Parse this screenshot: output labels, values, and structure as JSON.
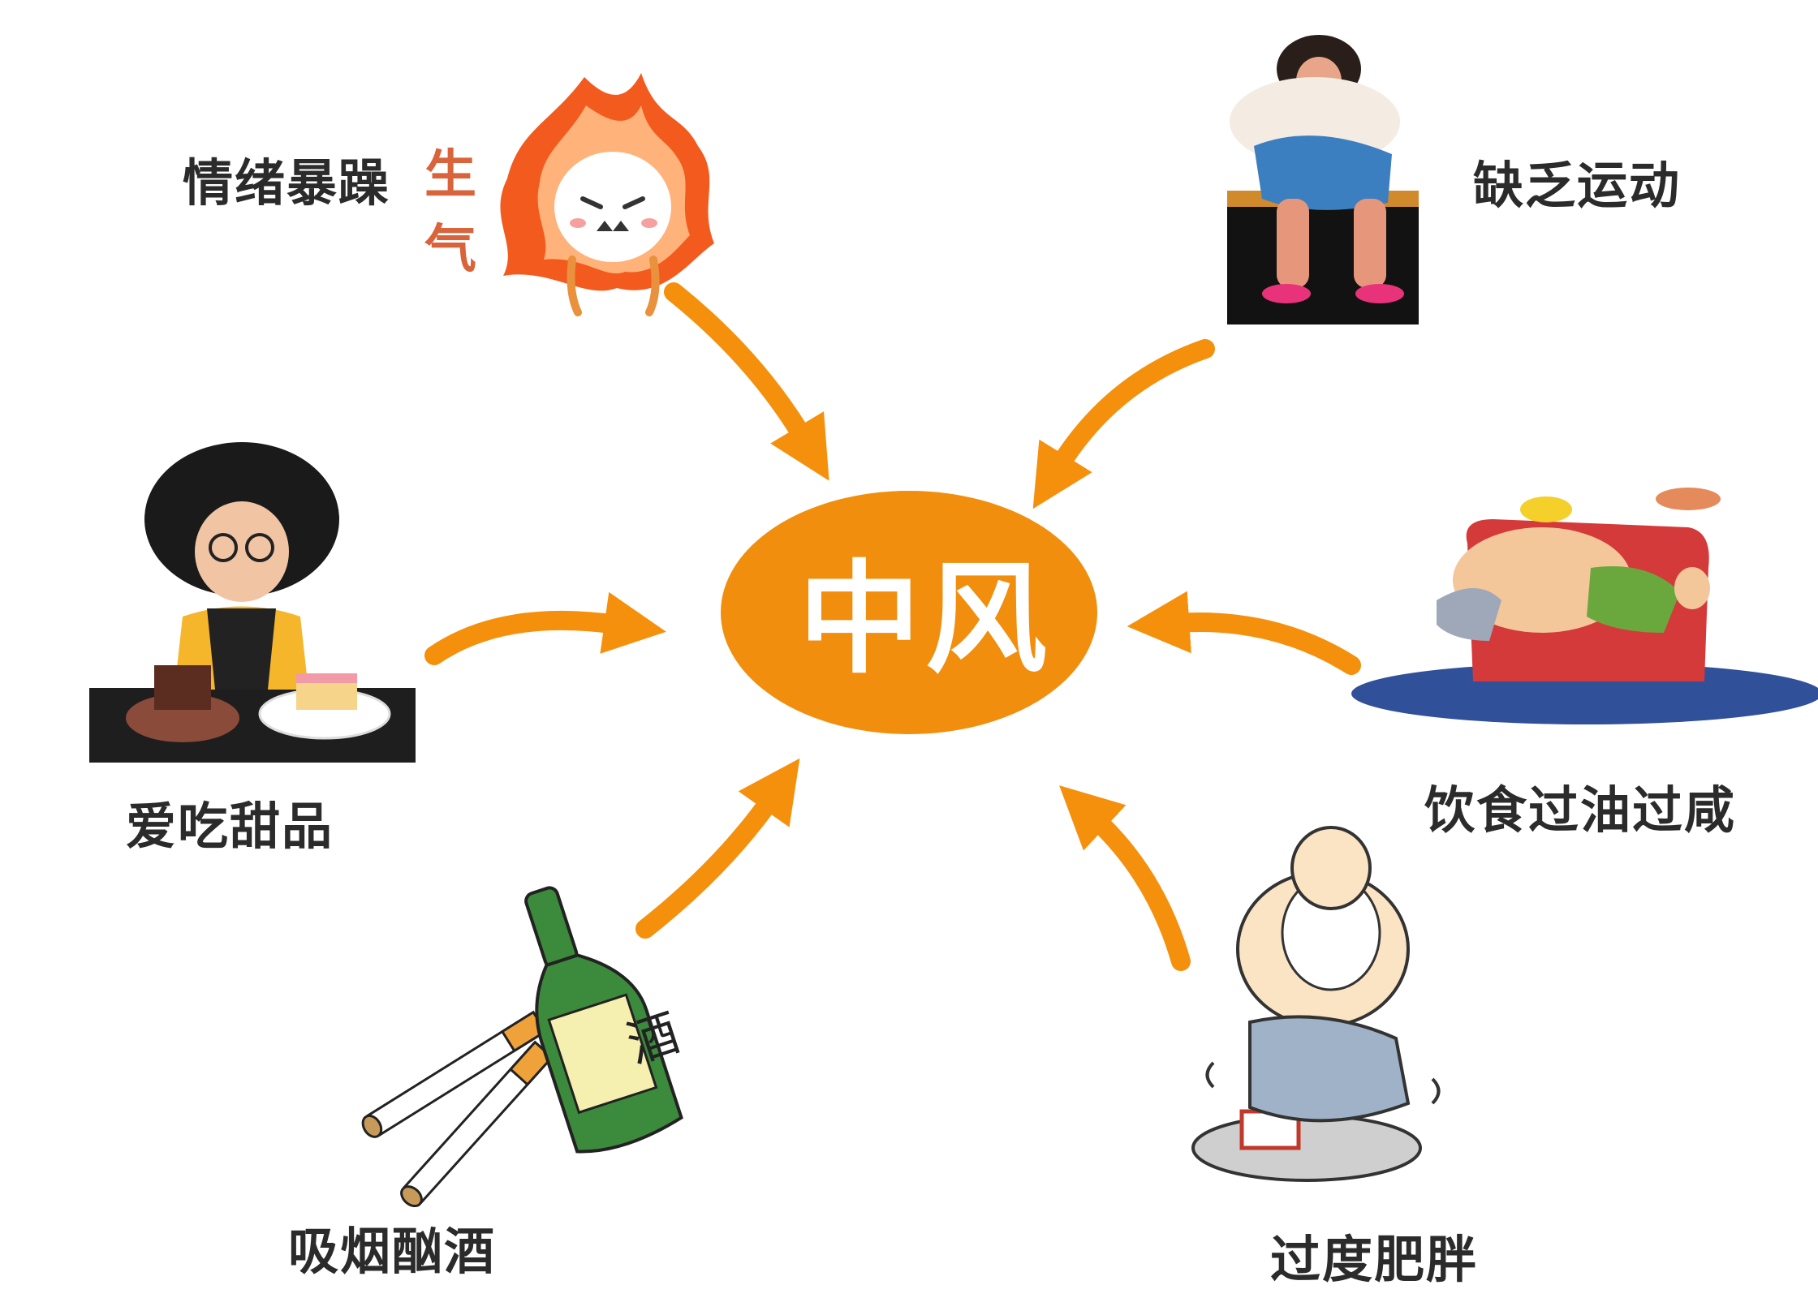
{
  "center": {
    "label": "中风",
    "color": "#f18e0d"
  },
  "factors": [
    {
      "id": "angry",
      "label": "情绪暴躁"
    },
    {
      "id": "inactive",
      "label": "缺乏运动"
    },
    {
      "id": "sweets",
      "label": "爱吃甜品"
    },
    {
      "id": "oily",
      "label": "饮食过油过咸"
    },
    {
      "id": "smoking",
      "label": "吸烟酗酒"
    },
    {
      "id": "obesity",
      "label": "过度肥胖"
    }
  ],
  "illustration_text": {
    "anger": "生气",
    "bottle": "酒"
  },
  "colors": {
    "arrow": "#f5900d",
    "text": "#2b2b2b"
  }
}
